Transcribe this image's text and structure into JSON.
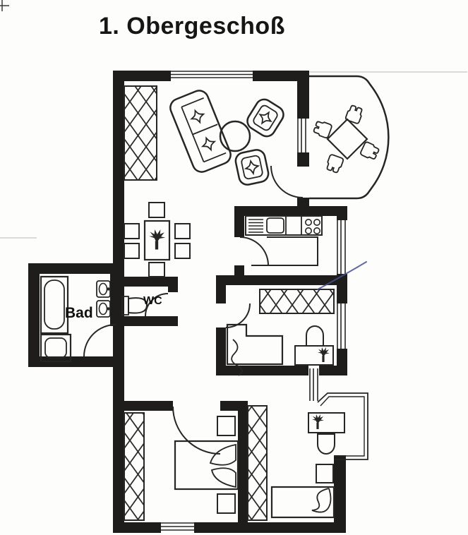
{
  "title": "1. Obergeschoß",
  "rooms": {
    "bathroom_label": "Bad",
    "wc_label": "WC"
  },
  "colors": {
    "ink": "#1f1d1b",
    "line": "#262626",
    "paper": "#fdfdfc",
    "pen_annotation_blue": "#44518e",
    "scan_gray": "#8a8a8a"
  },
  "legend_icons": [
    "wardrobe-hatch",
    "sofa",
    "coffee-table",
    "armchair",
    "balcony-table",
    "balcony-chair",
    "dining-table",
    "dining-chair",
    "plant",
    "kitchen-sink",
    "drainer",
    "cooktop",
    "kitchen-counter",
    "bathtub",
    "shower",
    "washbasin",
    "toilet",
    "bed-double",
    "bed-single",
    "bed-child",
    "nightstand",
    "desk",
    "desk-chair",
    "door-swing-arc",
    "window",
    "balcony-railing",
    "crosshair-registration-mark",
    "pen-annotation"
  ]
}
